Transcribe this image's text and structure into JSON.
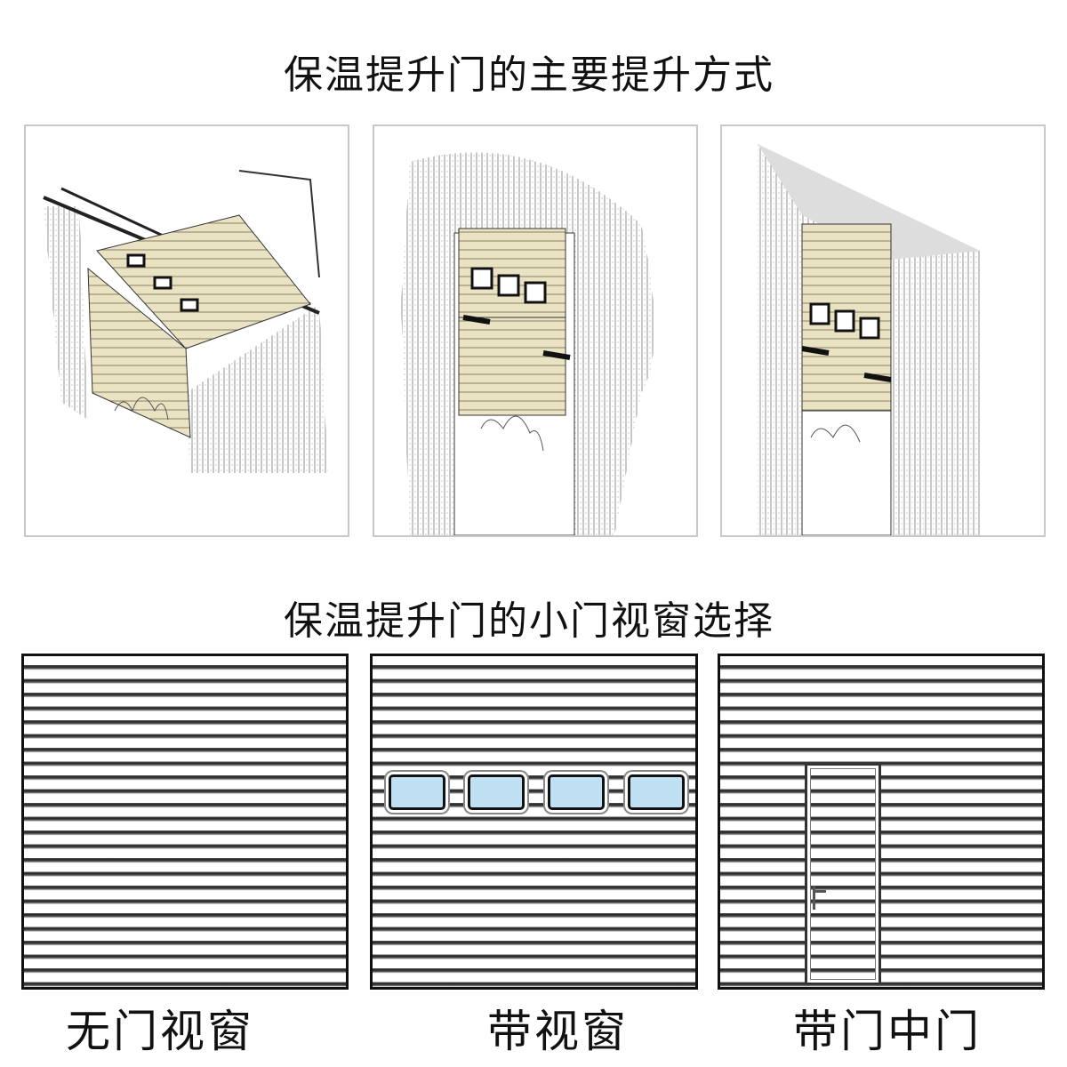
{
  "title_lifting": "保温提升门的主要提升方式",
  "title_wicket": "保温提升门的小门视窗选择",
  "lift_types": [
    {
      "icon": "standard-lift-illustration"
    },
    {
      "icon": "high-lift-illustration"
    },
    {
      "icon": "vertical-lift-illustration"
    }
  ],
  "door_options": [
    {
      "label": "无门视窗"
    },
    {
      "label": "带视窗",
      "windows": 4
    },
    {
      "label": "带门中门"
    }
  ],
  "colors": {
    "panel": "#e9e3c4",
    "window_glass": "#bfe0f2",
    "wall_sketch": "#8a8a8a"
  }
}
